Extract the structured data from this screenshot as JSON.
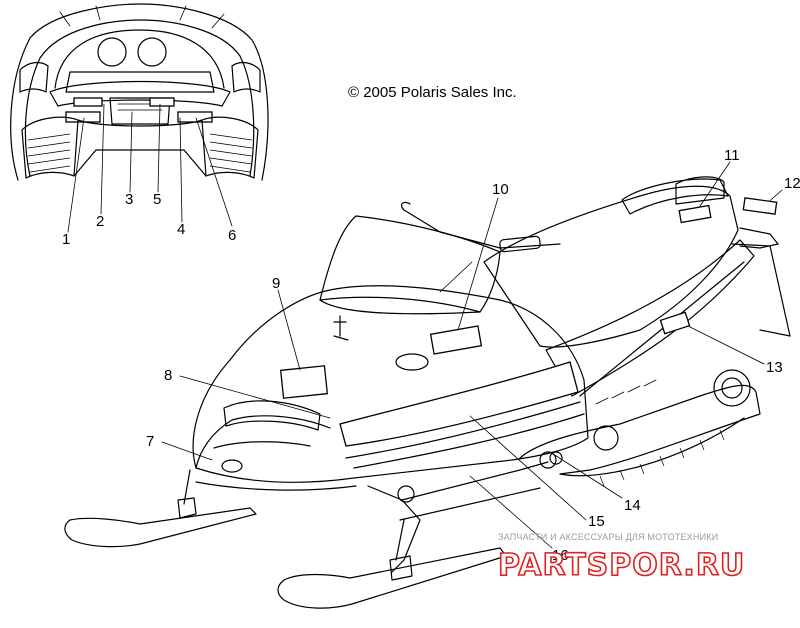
{
  "copyright": "© 2005 Polaris Sales Inc.",
  "callouts": [
    {
      "id": "1",
      "text": "1"
    },
    {
      "id": "2",
      "text": "2"
    },
    {
      "id": "3",
      "text": "3"
    },
    {
      "id": "4",
      "text": "4"
    },
    {
      "id": "5",
      "text": "5"
    },
    {
      "id": "6",
      "text": "6"
    },
    {
      "id": "7",
      "text": "7"
    },
    {
      "id": "8",
      "text": "8"
    },
    {
      "id": "9",
      "text": "9"
    },
    {
      "id": "10",
      "text": "10"
    },
    {
      "id": "11",
      "text": "11"
    },
    {
      "id": "12",
      "text": "12"
    },
    {
      "id": "13",
      "text": "13"
    },
    {
      "id": "14",
      "text": "14"
    },
    {
      "id": "15",
      "text": "15"
    },
    {
      "id": "16",
      "text": "16"
    }
  ],
  "watermark": {
    "tagline": "ЗАПЧАСТИ И АКСЕССУАРЫ ДЛЯ МОТОТЕХНИКИ",
    "brand": "PARTSPOR.RU",
    "color": "#e02020"
  },
  "colors": {
    "line": "#000000",
    "background": "#ffffff"
  }
}
